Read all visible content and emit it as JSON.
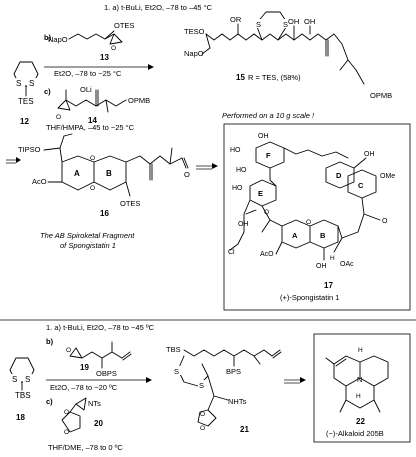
{
  "scheme1": {
    "steps": {
      "a": "1. a) t-BuLi, Et2O,  –78 to –45 °C",
      "b_label": "b)",
      "b_cond": "Et2O, –78 to −25 °C",
      "c_label": "c)",
      "c_cond": "THF/HMPA, –45 to −25 °C"
    },
    "cpd12": {
      "number": "12",
      "group": "TES"
    },
    "cpd13": {
      "number": "13",
      "groups": [
        "OTES",
        "NapO"
      ]
    },
    "cpd14": {
      "number": "14",
      "groups": [
        "OLi",
        "OPMB"
      ]
    },
    "cpd15": {
      "number": "15",
      "caption": "R = TES, (58%)",
      "groups": [
        "TESO",
        "OR",
        "OH",
        "OH",
        "NapO",
        "OPMB",
        "S",
        "S"
      ]
    },
    "note": "Performed on a 10 g scale !",
    "cpd16": {
      "number": "16",
      "groups": [
        "TIPSO",
        "AcO",
        "OTES",
        "O",
        "O"
      ],
      "rings": [
        "A",
        "B"
      ],
      "caption_line1": "The AB Spiroketal Fragment",
      "caption_line2": "of Spongistatin 1"
    },
    "cpd17": {
      "number": "17",
      "name": "(+)-Spongistatin 1",
      "groups": [
        "OH",
        "HO",
        "HO",
        "HO",
        "OH",
        "OMe",
        "OH",
        "Cl",
        "AcO",
        "OAc",
        "OH",
        "H",
        "O",
        "O"
      ],
      "rings": [
        "A",
        "B",
        "C",
        "D",
        "E",
        "F"
      ]
    }
  },
  "scheme2": {
    "steps": {
      "a": "1. a) t-BuLi, Et2O, –78 to −45 ºC",
      "b_label": "b)",
      "b_cond": "Et2O, –78 to −20 ºC",
      "c_label": "c)",
      "c_cond": "THF/DME, –78 to 0 ºC"
    },
    "cpd18": {
      "number": "18",
      "group": "TBS"
    },
    "cpd19": {
      "number": "19",
      "group": "OBPS"
    },
    "cpd20": {
      "number": "20",
      "group": "NTs"
    },
    "cpd21": {
      "number": "21",
      "groups": [
        "TBS",
        "S",
        "S",
        "BPS",
        "NHTs"
      ]
    },
    "cpd22": {
      "number": "22",
      "name": "(−)-Alkaloid 205B",
      "groups": [
        "H",
        "H",
        "N"
      ]
    }
  }
}
